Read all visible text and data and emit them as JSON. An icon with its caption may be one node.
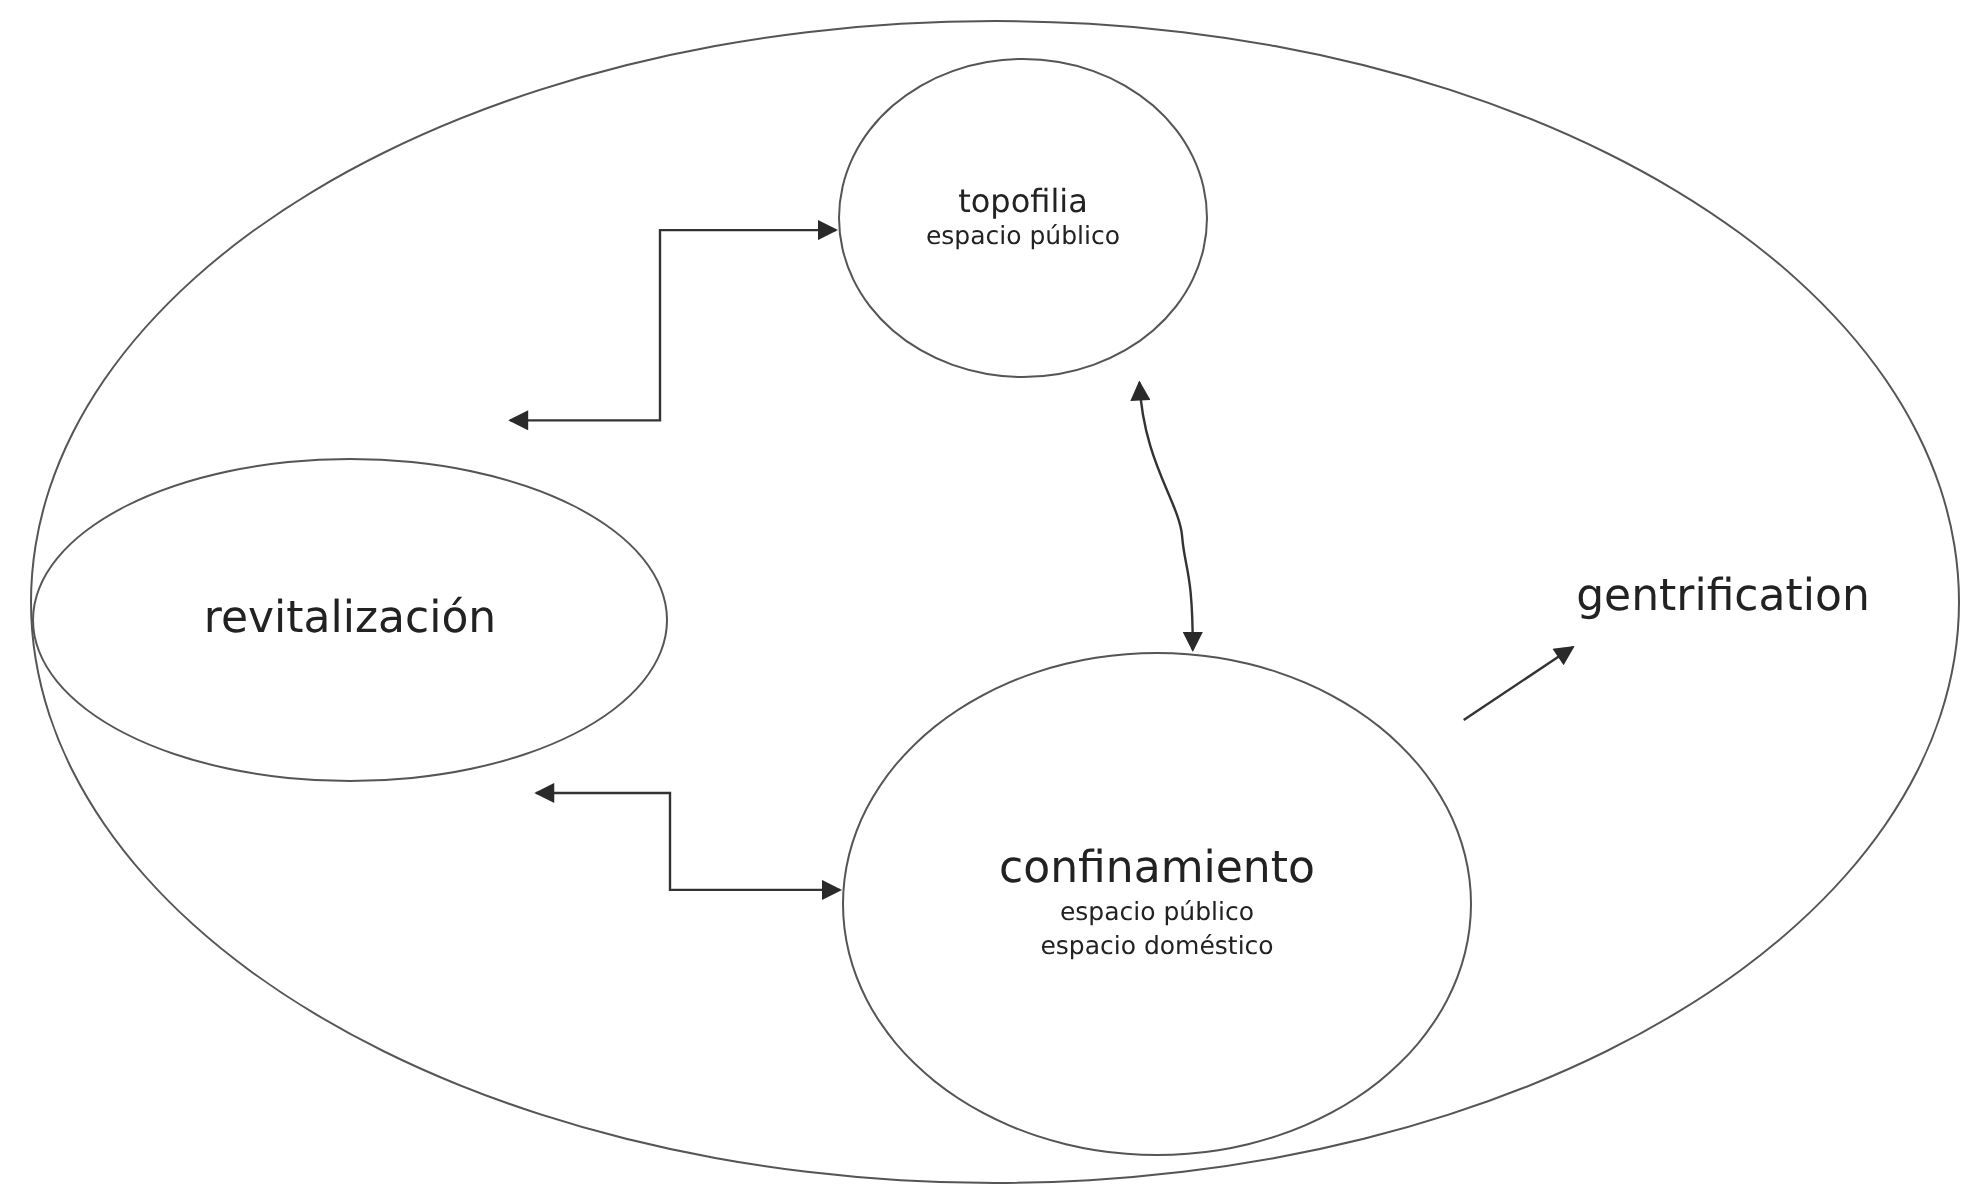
{
  "diagram": {
    "nodes": [
      {
        "text": [],
        "shape": "ellipse"
      },
      {
        "text": [
          "revitalización"
        ],
        "in": 0
      },
      {
        "text": [
          "topofilia",
          "espacio público"
        ],
        "in": 0
      },
      {
        "text": [
          "confinamiento",
          "espacio público espacio doméstico"
        ],
        "in": 0
      },
      {
        "text": [
          "gentrification"
        ],
        "in": 0
      }
    ],
    "edges": [
      {
        "from": 1,
        "to": 2,
        "arrow": "both"
      },
      {
        "from": 2,
        "to": 3,
        "arrow": "both"
      },
      {
        "from": 1,
        "to": 3,
        "arrow": "both"
      },
      {
        "from": 3,
        "to": 4,
        "arrow": "to"
      }
    ]
  }
}
